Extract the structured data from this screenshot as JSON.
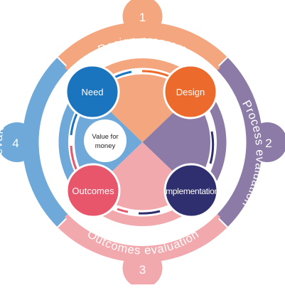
{
  "stages": [
    {
      "number": "1",
      "label": "Design program",
      "color": "#f4a77e"
    },
    {
      "number": "2",
      "label": "Process evaluation",
      "color": "#8c7ba6"
    },
    {
      "number": "3",
      "label": "Outcomes evaluation",
      "color": "#f2a9ad"
    },
    {
      "number": "4",
      "label": "Impact evaluation",
      "color": "#6ea9da"
    }
  ],
  "circles": [
    {
      "label": "Need",
      "color": "#1b74be"
    },
    {
      "label": "Design",
      "color": "#ec6a2b"
    },
    {
      "label": "Implementation",
      "color": "#2f2e6f"
    },
    {
      "label": "Outcomes",
      "color": "#e8566c"
    }
  ],
  "center": {
    "line1": "Value for",
    "line2": "money"
  },
  "ring_colors": [
    "#1b74be",
    "#ec6a2b",
    "#2f2e6f",
    "#e8566c"
  ],
  "quadrant_colors": [
    "#6ea9da",
    "#f4a77e",
    "#8c7ba6",
    "#f2a9ad"
  ]
}
